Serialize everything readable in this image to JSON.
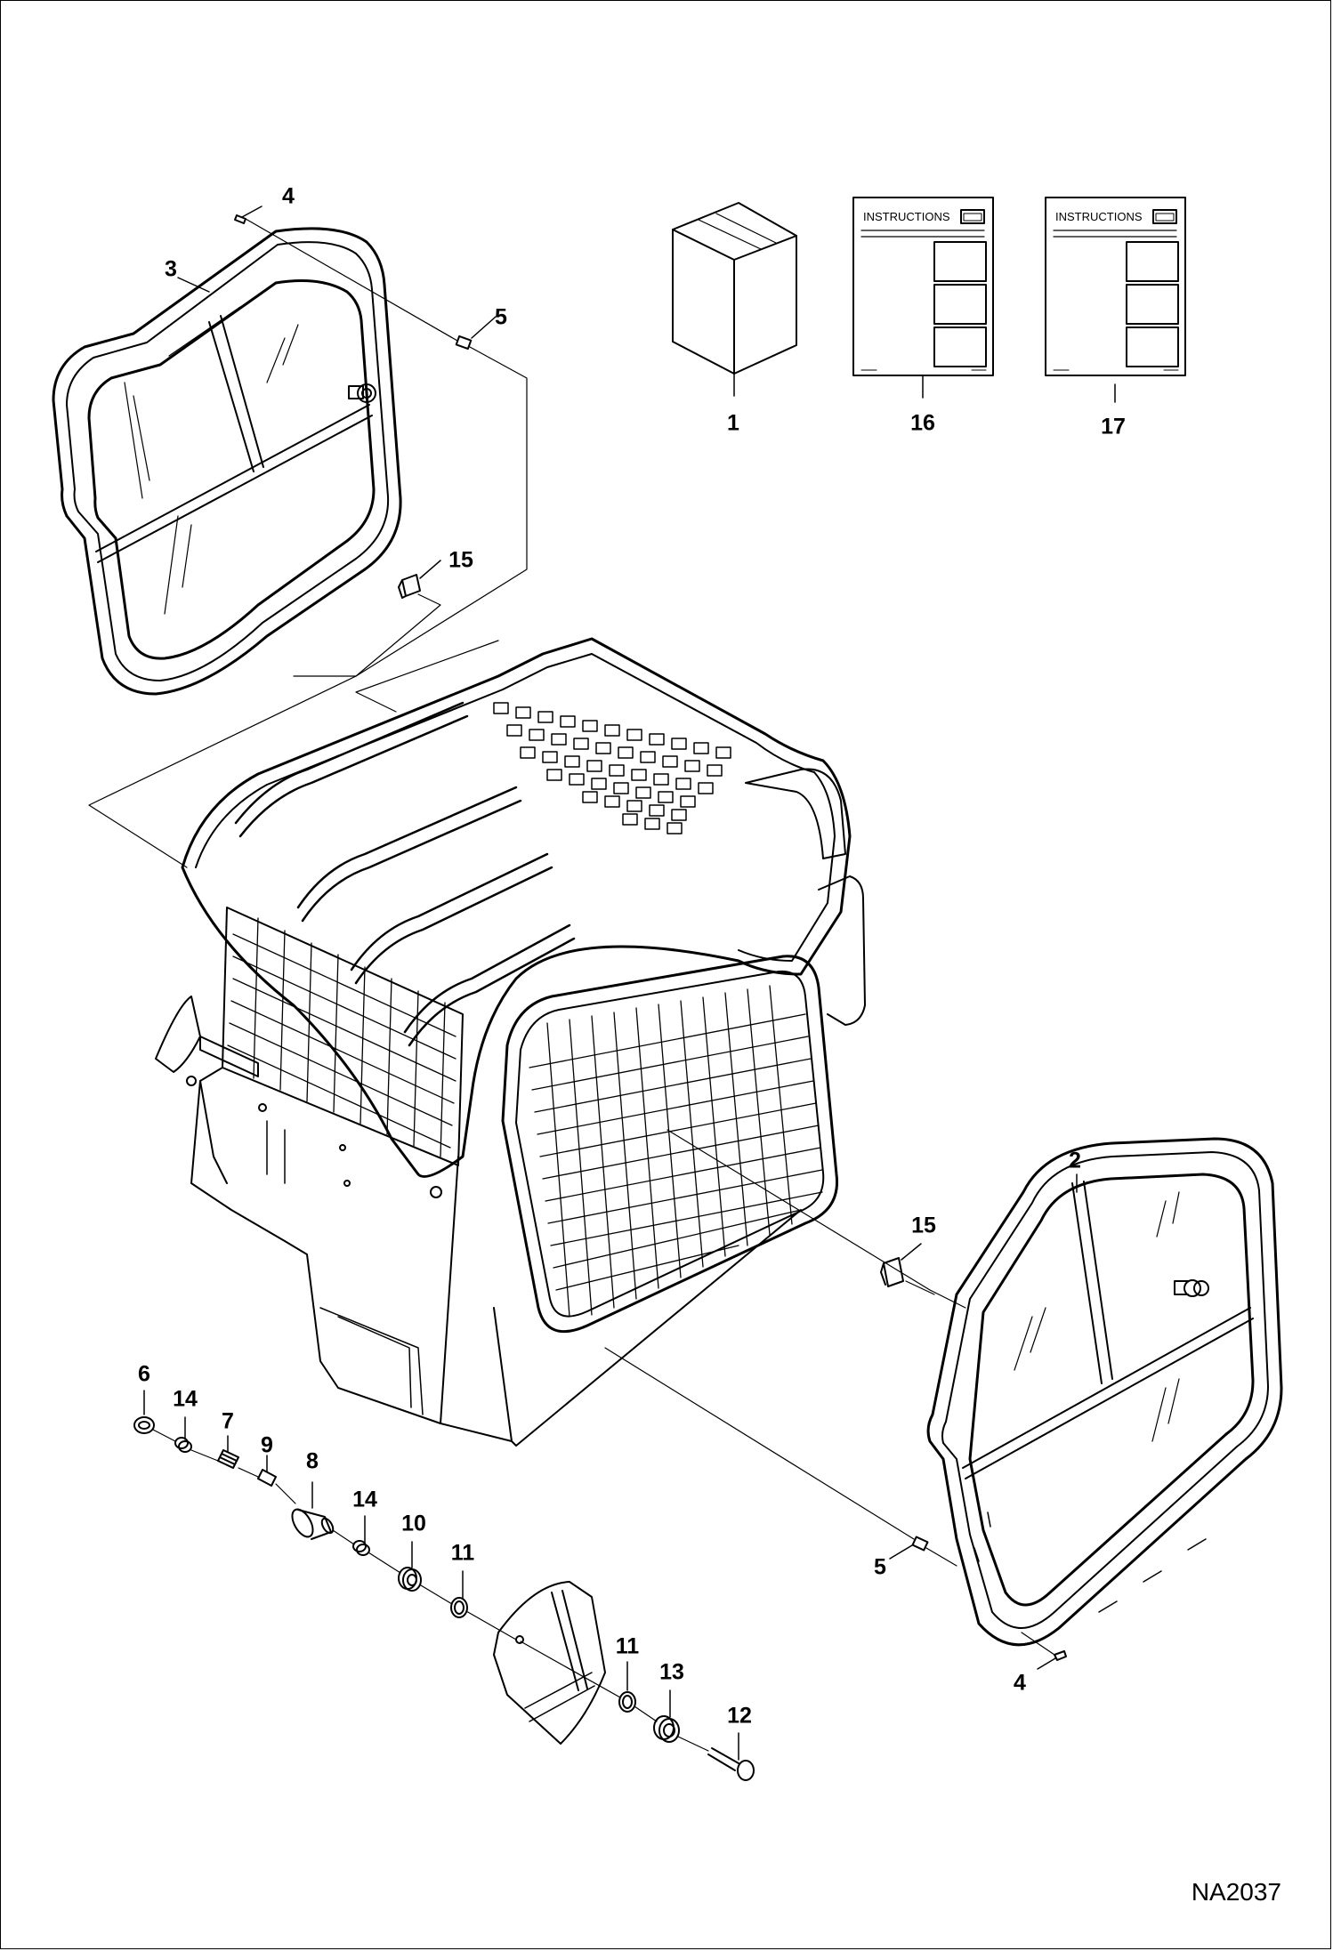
{
  "drawing_number": "NA2037",
  "callouts": [
    {
      "id": "c4-top",
      "label": "4"
    },
    {
      "id": "c3",
      "label": "3"
    },
    {
      "id": "c5-top",
      "label": "5"
    },
    {
      "id": "c15-top",
      "label": "15"
    },
    {
      "id": "c1",
      "label": "1"
    },
    {
      "id": "c16",
      "label": "16"
    },
    {
      "id": "c17",
      "label": "17"
    },
    {
      "id": "c2",
      "label": "2"
    },
    {
      "id": "c15-right",
      "label": "15"
    },
    {
      "id": "c5-bottom",
      "label": "5"
    },
    {
      "id": "c4-bottom",
      "label": "4"
    },
    {
      "id": "c6",
      "label": "6"
    },
    {
      "id": "c14-a",
      "label": "14"
    },
    {
      "id": "c7",
      "label": "7"
    },
    {
      "id": "c9",
      "label": "9"
    },
    {
      "id": "c8",
      "label": "8"
    },
    {
      "id": "c14-b",
      "label": "14"
    },
    {
      "id": "c10",
      "label": "10"
    },
    {
      "id": "c11-a",
      "label": "11"
    },
    {
      "id": "c11-b",
      "label": "11"
    },
    {
      "id": "c13",
      "label": "13"
    },
    {
      "id": "c12",
      "label": "12"
    }
  ],
  "instruction_sheets": [
    {
      "title": "INSTRUCTIONS"
    },
    {
      "title": "INSTRUCTIONS"
    }
  ]
}
